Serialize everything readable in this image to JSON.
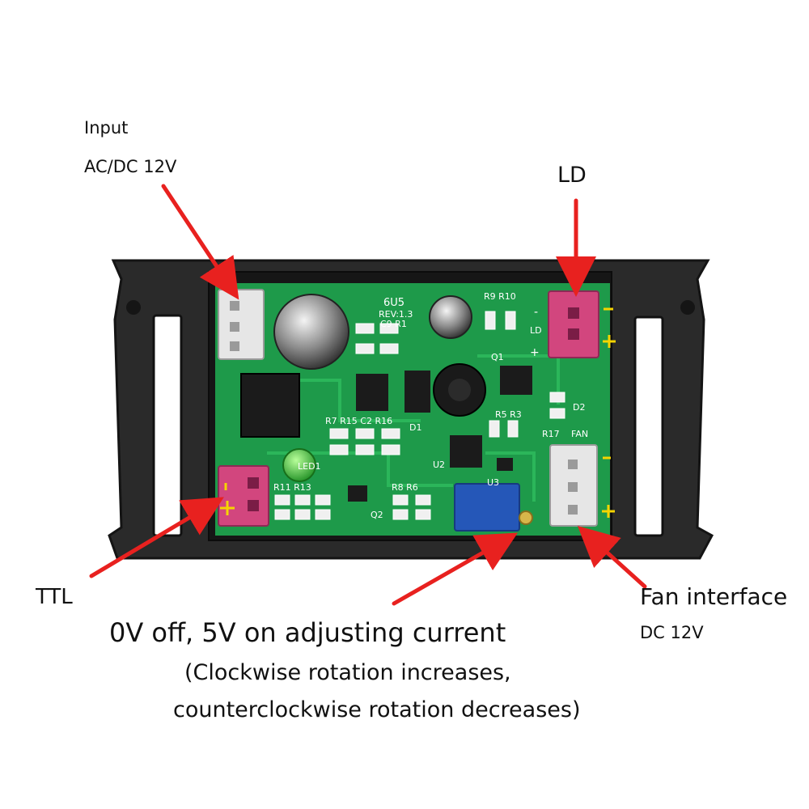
{
  "labels": {
    "input_title": "Input",
    "input_spec": "AC/DC 12V",
    "ld": "LD",
    "ttl": "TTL",
    "fan_title": "Fan interface",
    "fan_spec": "DC 12V",
    "ttl_desc": "0V off, 5V on adjusting current",
    "pot_desc_line1": "(Clockwise rotation increases,",
    "pot_desc_line2": "counterclockwise rotation decreases)"
  },
  "board_marks": {
    "version": "6U5",
    "revision": "REV:1.3",
    "fan_silk": "FAN",
    "led_silk": "LED1",
    "minus": "-",
    "plus": "+",
    "ld_silk": "LD",
    "q1": "Q1",
    "q2": "Q2",
    "u2": "U2",
    "u3": "U3",
    "d1": "D1",
    "d2": "D2",
    "c9r1": "C9  R1",
    "r9r10": "R9  R10",
    "r7r15": "R7 R15 C2 R16",
    "r5r3": "R5 R3",
    "r8r6": "R8   R6",
    "r11r13": "R11 R13",
    "r17": "R17"
  },
  "colors": {
    "arrow": "#e8211f",
    "housing": "#2a2a2a",
    "pcb": "#1e9a4a",
    "connector_pink": "#d2467e",
    "connector_white": "#e6e6e6",
    "pot_blue": "#2557b8",
    "led_green": "#39c13a",
    "silk": "#ffffff",
    "yellow_mark": "#f5d400"
  }
}
